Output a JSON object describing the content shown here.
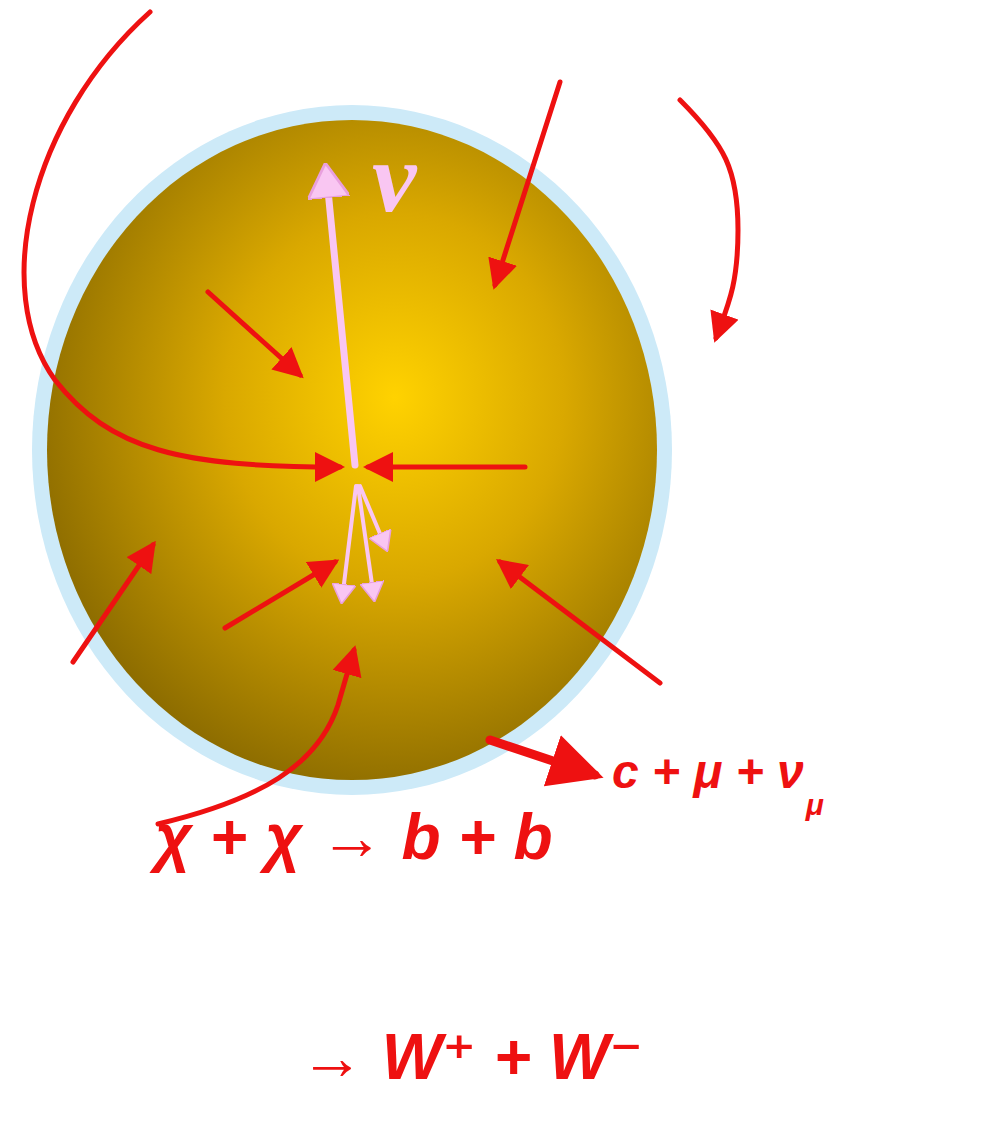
{
  "diagram": {
    "labels": [
      "ν",
      "χ + χ → b + b",
      "c + μ + ν",
      "μ",
      "→ W⁺ + W⁻"
    ]
  }
}
